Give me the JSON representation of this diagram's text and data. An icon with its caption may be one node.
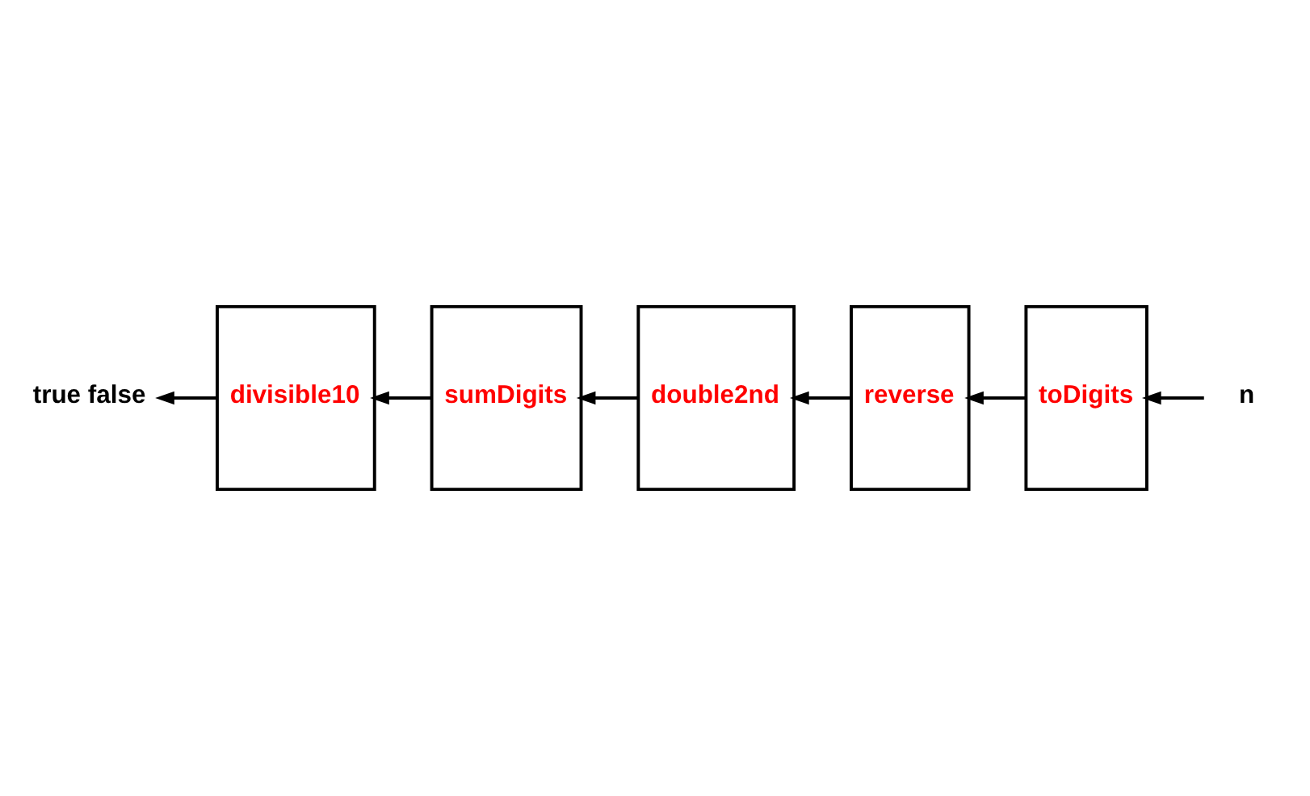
{
  "diagram": {
    "nodes": [
      {
        "text": [
          "true false"
        ]
      },
      {
        "text": [
          "divisible10"
        ]
      },
      {
        "text": [
          "sumDigits"
        ]
      },
      {
        "text": [
          "double2nd"
        ]
      },
      {
        "text": [
          "reverse"
        ]
      },
      {
        "text": [
          "toDigits"
        ]
      },
      {
        "text": [
          "n"
        ]
      }
    ],
    "edges": [
      {
        "from": 6,
        "to": 5,
        "arrow": "to"
      },
      {
        "from": 5,
        "to": 4,
        "arrow": "to"
      },
      {
        "from": 4,
        "to": 3,
        "arrow": "to"
      },
      {
        "from": 3,
        "to": 2,
        "arrow": "to"
      },
      {
        "from": 2,
        "to": 1,
        "arrow": "to"
      },
      {
        "from": 1,
        "to": 0,
        "arrow": "to"
      }
    ]
  }
}
